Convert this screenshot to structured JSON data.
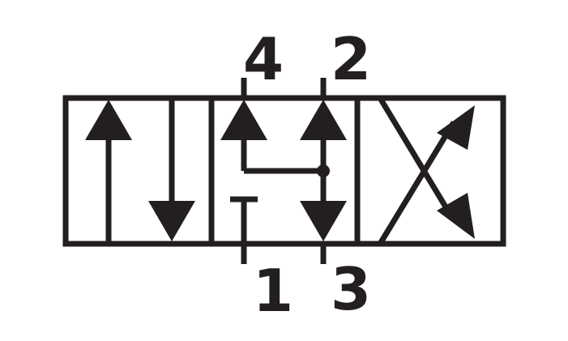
{
  "symbol": {
    "ports": {
      "top_left": "4",
      "top_right": "2",
      "bottom_left": "1",
      "bottom_right": "3"
    },
    "colors": {
      "line": "#231f20",
      "background": "#ffffff"
    }
  }
}
